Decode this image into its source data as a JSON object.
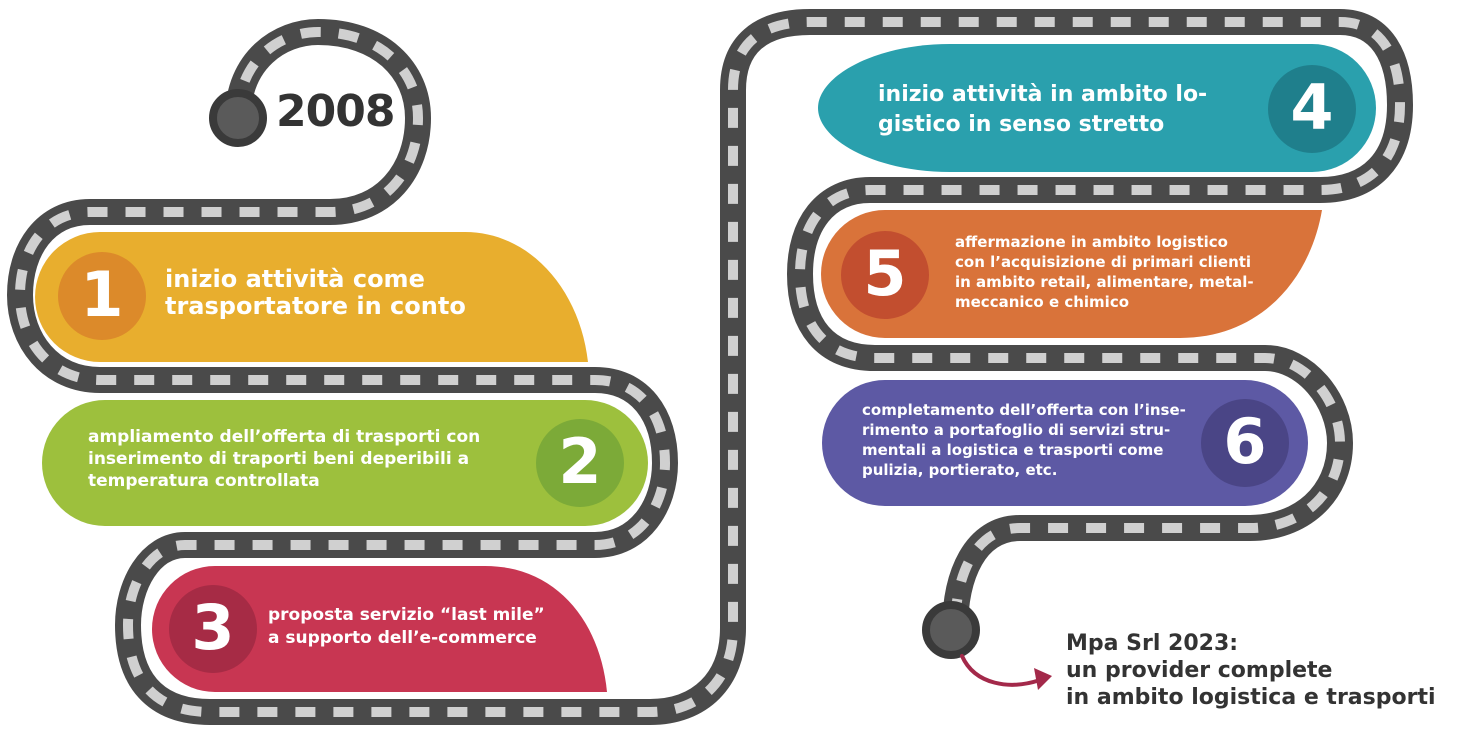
{
  "start": {
    "year": "2008"
  },
  "steps": [
    {
      "number": "1",
      "text": [
        "inizio attività come",
        "trasportatore in conto"
      ],
      "color": "#e8ae2e",
      "circle": "#dc8a2a"
    },
    {
      "number": "2",
      "text": [
        "ampliamento dell’offerta di trasporti con",
        "inserimento di traporti beni deperibili a",
        "temperatura controllata"
      ],
      "color": "#9dc03d",
      "circle": "#7caa38"
    },
    {
      "number": "3",
      "text": [
        "proposta servizio “last mile”",
        "a supporto dell’e-commerce"
      ],
      "color": "#c83652",
      "circle": "#a62b45"
    },
    {
      "number": "4",
      "text": [
        "inizio attività in ambito lo-",
        "gistico in senso stretto"
      ],
      "color": "#2aa0ad",
      "circle": "#1f7f8c"
    },
    {
      "number": "5",
      "text": [
        "affermazione in ambito logistico",
        "con l’acquisizione di primari clienti",
        "in ambito retail, alimentare, metal-",
        "meccanico e chimico"
      ],
      "color": "#d9733a",
      "circle": "#c24e2f"
    },
    {
      "number": "6",
      "text": [
        "completamento dell’offerta con l’inse-",
        "rimento a portafoglio di servizi stru-",
        "mentali a logistica e trasporti come",
        "pulizia, portierato, etc."
      ],
      "color": "#5d59a4",
      "circle": "#4a4586"
    }
  ],
  "final": {
    "lines": [
      "Mpa Srl 2023:",
      "un provider complete",
      "in ambito logistica e trasporti"
    ]
  },
  "colors": {
    "road": "#4a4a4a",
    "dash": "#d0d0d0",
    "pin": "#3a3a3a",
    "arrow": "#a3294a",
    "text_dark": "#333333"
  }
}
